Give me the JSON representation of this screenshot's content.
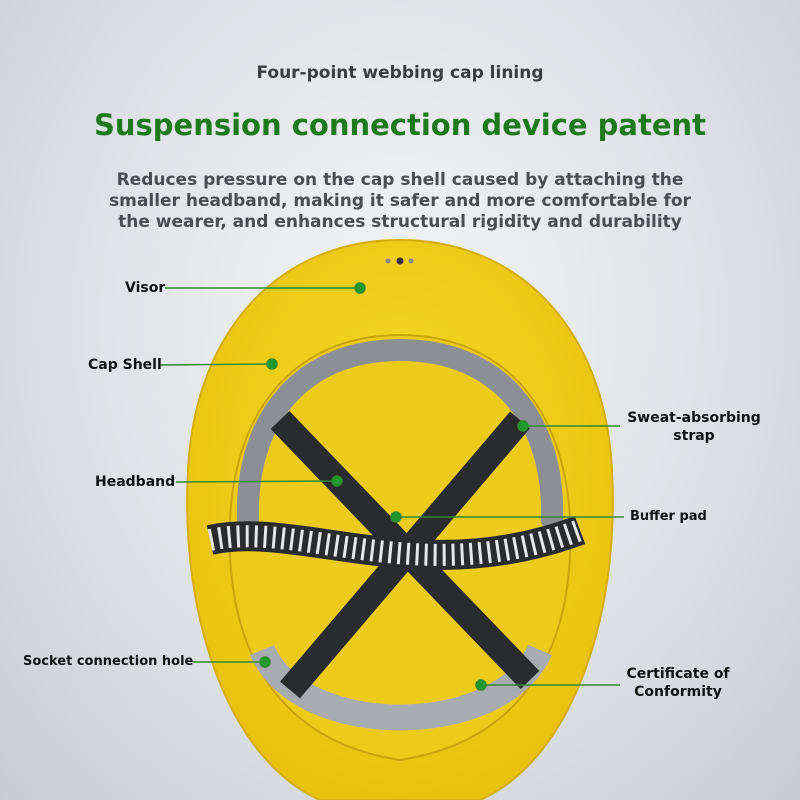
{
  "header": {
    "subtitle": "Four-point webbing cap lining",
    "title": "Suspension connection device patent",
    "description": [
      "Reduces pressure on the cap shell caused by attaching the",
      "smaller headband, making it safer and more comfortable for",
      "the wearer, and enhances structural rigidity and durability"
    ]
  },
  "labels": {
    "visor": "Visor",
    "cap_shell": "Cap Shell",
    "headband": "Headband",
    "socket": "Socket connection hole",
    "sweat": [
      "Sweat-absorbing",
      "strap"
    ],
    "buffer": "Buffer pad",
    "certificate": [
      "Certificate of",
      "Conformity"
    ]
  },
  "colors": {
    "accent": "#1f7a1f",
    "helmet": "#f2d21a",
    "line": "#2e8b2e"
  }
}
